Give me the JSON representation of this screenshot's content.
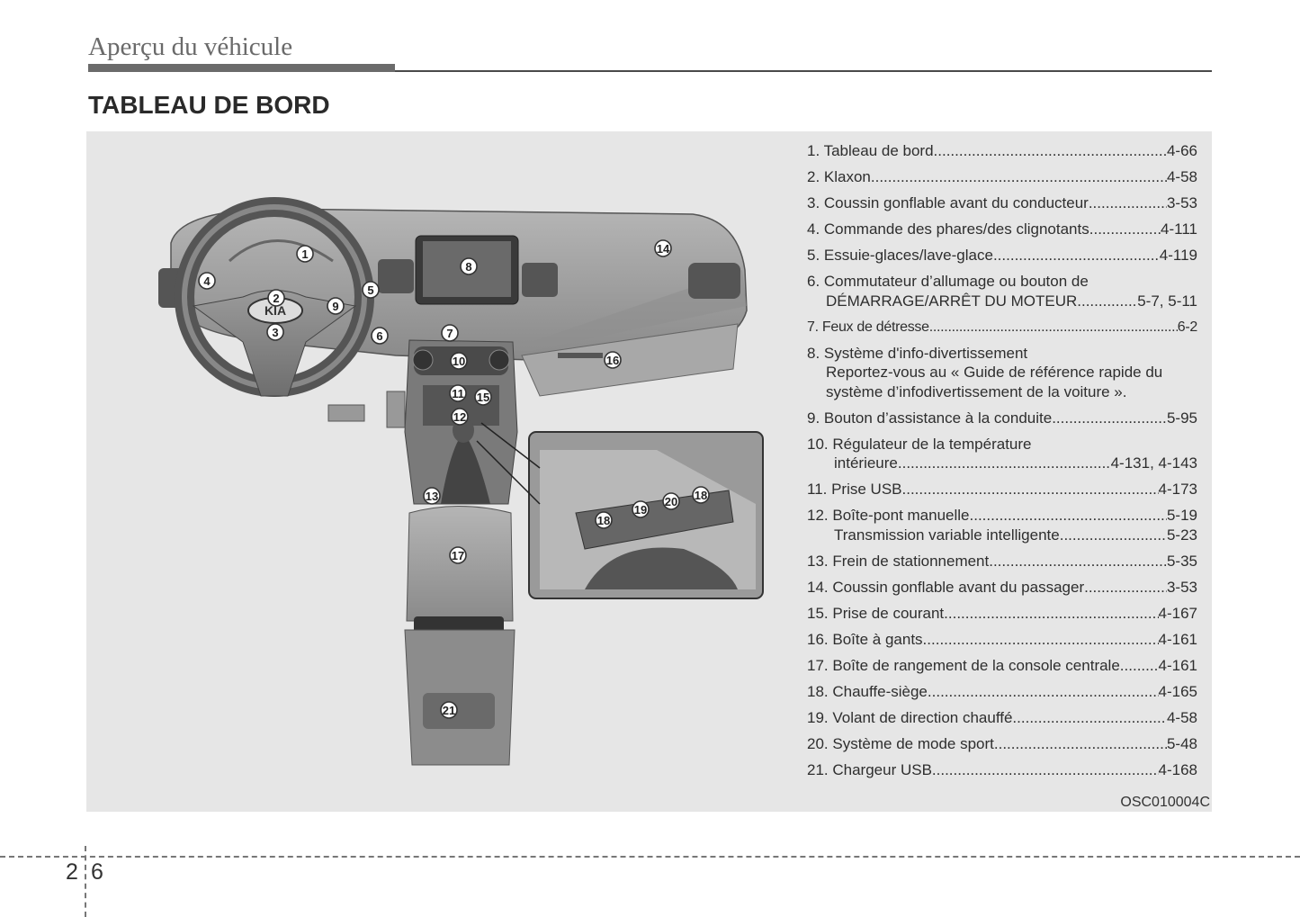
{
  "header": {
    "section": "Aperçu du véhicule",
    "title": "TABLEAU DE BORD"
  },
  "figure": {
    "code": "OSC010004C",
    "callouts": [
      "1",
      "2",
      "3",
      "4",
      "5",
      "6",
      "7",
      "8",
      "9",
      "10",
      "11",
      "12",
      "13",
      "14",
      "15",
      "16",
      "17",
      "18",
      "18",
      "19",
      "20",
      "21"
    ],
    "logo_text": "KIA"
  },
  "items": [
    {
      "lines": [
        {
          "text": "1. Tableau de bord ",
          "page": "4-66"
        }
      ]
    },
    {
      "lines": [
        {
          "text": "2. Klaxon ",
          "page": "4-58"
        }
      ]
    },
    {
      "lines": [
        {
          "text": "3. Coussin gonflable avant du conducteur",
          "page": "3-53"
        }
      ]
    },
    {
      "lines": [
        {
          "text": "4. Commande des phares/des clignotants ",
          "page": "4-111"
        }
      ]
    },
    {
      "lines": [
        {
          "text": "5. Essuie-glaces/lave-glace ",
          "page": "4-119"
        }
      ]
    },
    {
      "lines": [
        {
          "text": "6. Commutateur d’allumage ou bouton de"
        },
        {
          "text": "DÉMARRAGE/ARRÊT DU MOTEUR ",
          "page": "5-7, 5-11"
        }
      ]
    },
    {
      "lines": [
        {
          "text": "7. Feux de détresse",
          "page": "6-2"
        }
      ]
    },
    {
      "lines": [
        {
          "text": "8. Système d'info-divertissement"
        },
        {
          "text": "Reportez-vous au « Guide de référence rapide du"
        },
        {
          "text": "système d’infodivertissement de la voiture »."
        }
      ]
    },
    {
      "lines": [
        {
          "text": "9. Bouton d’assistance à la conduite ",
          "page": "5-95"
        }
      ]
    },
    {
      "lines": [
        {
          "text": "10. Régulateur de la température"
        },
        {
          "text": "intérieure",
          "page": "4-131, 4-143"
        }
      ]
    },
    {
      "lines": [
        {
          "text": "11. Prise USB ",
          "page": "4-173"
        }
      ]
    },
    {
      "lines": [
        {
          "text": "12. Boîte-pont manuelle",
          "page": "5-19"
        },
        {
          "text": "Transmission variable intelligente ",
          "page": "5-23"
        }
      ]
    },
    {
      "lines": [
        {
          "text": "13. Frein de stationnement ",
          "page": "5-35"
        }
      ]
    },
    {
      "lines": [
        {
          "text": "14. Coussin gonflable avant du passager",
          "page": "3-53"
        }
      ]
    },
    {
      "lines": [
        {
          "text": "15. Prise de courant",
          "page": "4-167"
        }
      ]
    },
    {
      "lines": [
        {
          "text": "16. Boîte à gants",
          "page": "4-161"
        }
      ]
    },
    {
      "lines": [
        {
          "text": "17. Boîte de rangement de la console centrale ",
          "page": "4-161"
        }
      ]
    },
    {
      "lines": [
        {
          "text": "18. Chauffe-siège",
          "page": "4-165"
        }
      ]
    },
    {
      "lines": [
        {
          "text": "19. Volant de direction chauffé",
          "page": "4-58"
        }
      ]
    },
    {
      "lines": [
        {
          "text": "20. Système de mode sport",
          "page": "5-48"
        }
      ]
    },
    {
      "lines": [
        {
          "text": "21. Chargeur USB",
          "page": "4-168"
        }
      ]
    }
  ],
  "footer": {
    "chapter": "2",
    "page": "6"
  }
}
